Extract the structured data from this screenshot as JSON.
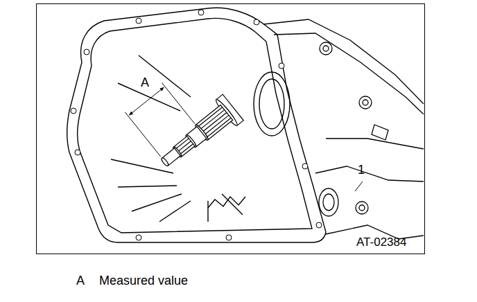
{
  "diagram": {
    "labels": [
      "A",
      "1",
      "AT-02384",
      "A",
      "Measured value"
    ]
  }
}
